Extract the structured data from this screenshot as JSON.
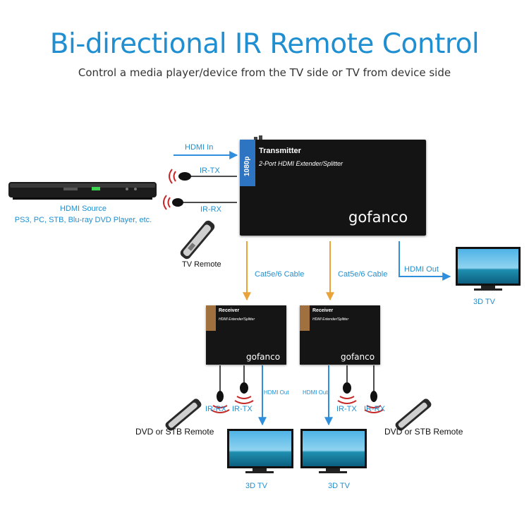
{
  "header": {
    "title": "Bi-directional IR Remote Control",
    "subtitle": "Control a media player/device from the TV side or TV from device side"
  },
  "transmitter": {
    "resolution_badge": "1080p",
    "name": "Transmitter",
    "description": "2-Port HDMI Extender/Splitter",
    "brand": "gofanco"
  },
  "source": {
    "hdmi_in_label": "HDMI In",
    "ir_tx_label": "IR-TX",
    "ir_rx_label": "IR-RX",
    "title": "HDMI Source",
    "description": "PS3, PC, STB, Blu-ray DVD Player, etc.",
    "remote_label": "TV Remote"
  },
  "links": {
    "cable_left": "Cat5e/6 Cable",
    "cable_right": "Cat5e/6 Cable",
    "hdmi_out_main": "HDMI Out"
  },
  "tv_main": {
    "label": "3D TV"
  },
  "receiver_left": {
    "name": "Receiver",
    "description": "HDMI Extender/Splitter",
    "brand": "gofanco",
    "ir_rx_label": "IR-RX",
    "ir_tx_label": "IR-TX",
    "hdmi_out_label": "HDMI Out",
    "remote_label": "DVD or STB Remote",
    "tv_label": "3D TV"
  },
  "receiver_right": {
    "name": "Receiver",
    "description": "HDMI Extender/Splitter",
    "brand": "gofanco",
    "ir_tx_label": "IR-TX",
    "ir_rx_label": "IR-RX",
    "hdmi_out_label": "HDMI Out",
    "remote_label": "DVD or STB Remote",
    "tv_label": "3D TV"
  },
  "colors": {
    "title_blue": "#1f8fd1",
    "arrow_blue": "#2f8fdd",
    "arrow_orange": "#e8a33a",
    "ir_red": "#c62828"
  }
}
